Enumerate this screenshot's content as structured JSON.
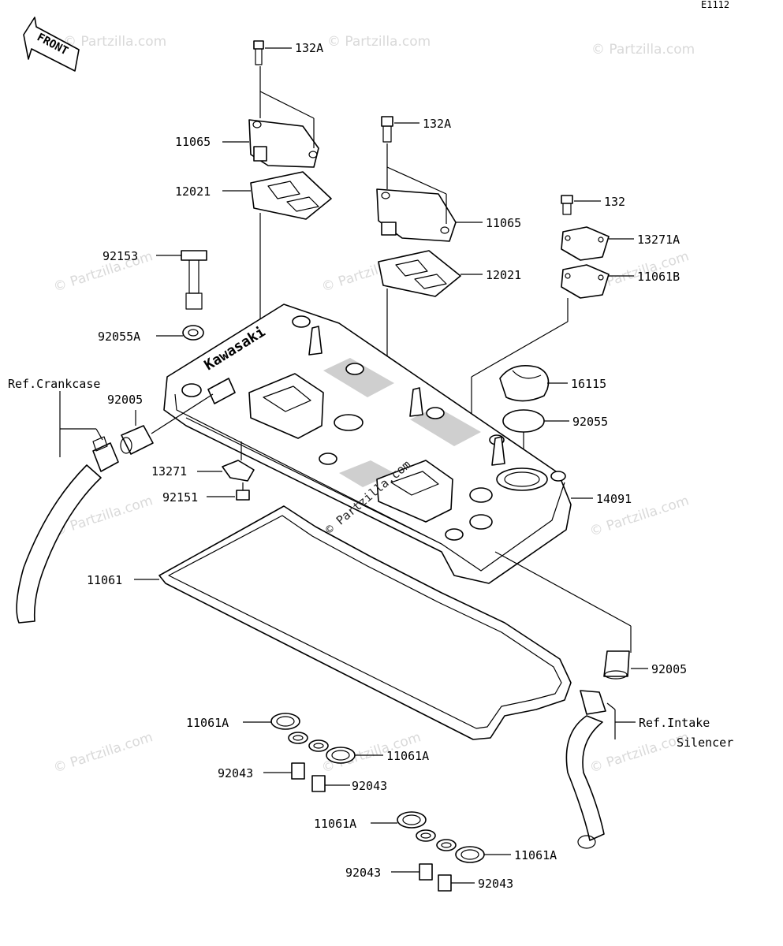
{
  "diagram_id": "E1112",
  "front_label": "FRONT",
  "watermark_text": "© Partzilla.com",
  "brand_on_cover": "Kawasaki",
  "colors": {
    "ink": "#000000",
    "background": "#ffffff",
    "watermark": "#d9d9d9"
  },
  "labels": {
    "l132a_top": "132A",
    "l132a_mid": "132A",
    "l132": "132",
    "l11065_left": "11065",
    "l11065_right": "11065",
    "l12021_left": "12021",
    "l12021_right": "12021",
    "l13271a": "13271A",
    "l11061b": "11061B",
    "l92153": "92153",
    "l92055a": "92055A",
    "l16115": "16115",
    "ref_crankcase": "Ref.Crankcase",
    "l92005_left": "92005",
    "l92055": "92055",
    "l13271": "13271",
    "l92151": "92151",
    "l14091": "14091",
    "l11061": "11061",
    "l92005_right": "92005",
    "ref_intake_1": "Ref.Intake",
    "ref_intake_2": "Silencer",
    "l11061a_1": "11061A",
    "l11061a_2": "11061A",
    "l11061a_3": "11061A",
    "l11061a_4": "11061A",
    "l92043_1": "92043",
    "l92043_2": "92043",
    "l92043_3": "92043",
    "l92043_4": "92043"
  }
}
